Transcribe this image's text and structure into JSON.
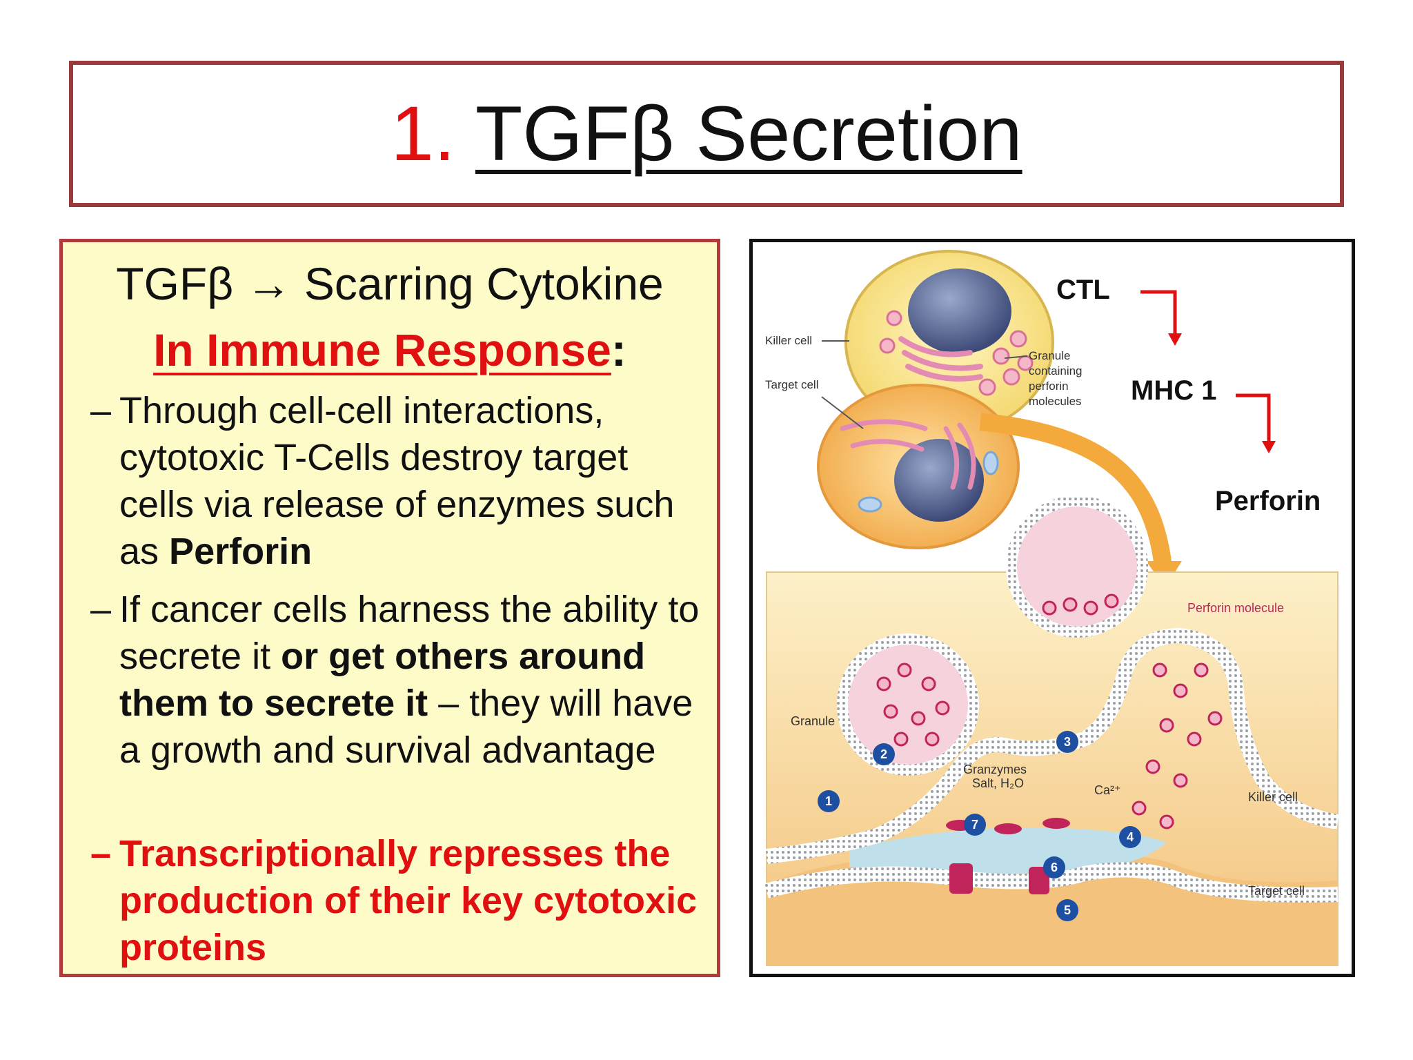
{
  "title": {
    "number": "1.",
    "text": "TGFβ Secretion"
  },
  "left": {
    "line1": "TGFβ → Scarring Cytokine",
    "heading": "In Immune Response",
    "heading_colon": ":",
    "bullet_dash": "–",
    "bullet1": {
      "text": "Through cell-cell interactions, cytotoxic T-Cells destroy target cells via release of enzymes such as ",
      "bold": "Perforin"
    },
    "bullet2": {
      "text_a": "If cancer cells harness the ability to secrete it ",
      "bold": "or get others around them to secrete it",
      "text_b": " – they will have a growth and survival advantage"
    },
    "bullet3": "Transcriptionally represses the production of their key cytotoxic proteins"
  },
  "figure": {
    "flow": [
      "CTL",
      "MHC 1",
      "Perforin"
    ],
    "labels": {
      "killer_cell_top": "Killer cell",
      "target_cell_top": "Target cell",
      "granule_desc_1": "Granule",
      "granule_desc_2": "containing",
      "granule_desc_3": "perforin",
      "granule_desc_4": "molecules",
      "perforin_molecule": "Perforin molecule",
      "granule": "Granule",
      "granzymes": "Granzymes",
      "salt": "Salt, H₂O",
      "ca": "Ca²⁺",
      "killer_cell_bottom": "Killer cell",
      "target_cell_bottom": "Target cell"
    },
    "steps": [
      "1",
      "2",
      "3",
      "4",
      "5",
      "6",
      "7"
    ]
  },
  "colors": {
    "accent_red": "#e01010",
    "border_maroon": "#9b3a3a",
    "panel_yellow": "#fdfbc8"
  }
}
